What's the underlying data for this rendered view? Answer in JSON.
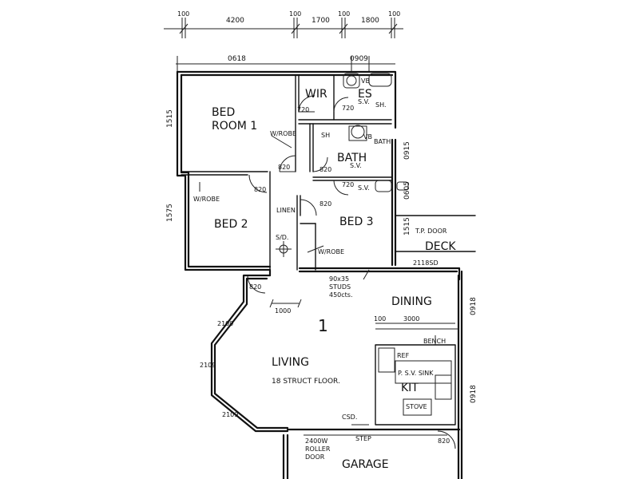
{
  "top_dimensions": [
    "100",
    "4200",
    "100",
    "1700",
    "100",
    "1800",
    "100"
  ],
  "upper_dims": [
    "0618",
    "0909"
  ],
  "side_dims": {
    "bed1": "1515",
    "bed2": "1575",
    "bath_right": "0915",
    "right_a": "0605",
    "right_b": "1515",
    "dining_right": "0918",
    "kit_right": "0918"
  },
  "rooms": {
    "bed1": [
      "BED",
      "ROOM 1"
    ],
    "wir": "WIR",
    "es": "ES",
    "bath": "BATH",
    "bed2": "BED  2",
    "bed3": "BED 3",
    "deck": "DECK",
    "dining": "DINING",
    "living": "LIVING",
    "kit": "KIT",
    "garage": "GARAGE",
    "number": "1"
  },
  "labels": {
    "vb_es": "VB",
    "sv_es": "S.V.",
    "sh_es": "SH.",
    "vb_bath": "VB",
    "sh_bath": "SH",
    "bath_right": "BATH",
    "sv_bath": "S.V.",
    "sv_bath2": "S.V.",
    "wrobe1": "W/ROBE",
    "wrobe2": "W/ROBE",
    "wrobe3": "W/ROBE",
    "linen": "LINEN",
    "sd": "S/D.",
    "tp_door": "T.P. DOOR",
    "sliding": "2118SD",
    "studs": [
      "90x35",
      "STUDS",
      "450cts."
    ],
    "living_floor": "18 STRUCT FLOOR.",
    "bench": "BENCH",
    "ref": "REF",
    "psv_sink": "P.  S.V. SINK",
    "stove": "STOVE",
    "csd": "CSD.",
    "step": "STEP",
    "garage_door": [
      "2400W",
      "ROLLER",
      "DOOR"
    ],
    "door_720_a": "720",
    "door_720_b": "720",
    "door_820_a": "820",
    "door_820_b": "820",
    "door_820_c": "820",
    "door_820_d": "820",
    "door_820_e": "820",
    "door_820_f": "820",
    "door_720_c": "720",
    "dim_1000": "1000",
    "dim_100": "100",
    "dim_3000": "3000",
    "dim_2109_a": "2109",
    "dim_2109_b": "2109",
    "dim_2109_c": "2109"
  }
}
